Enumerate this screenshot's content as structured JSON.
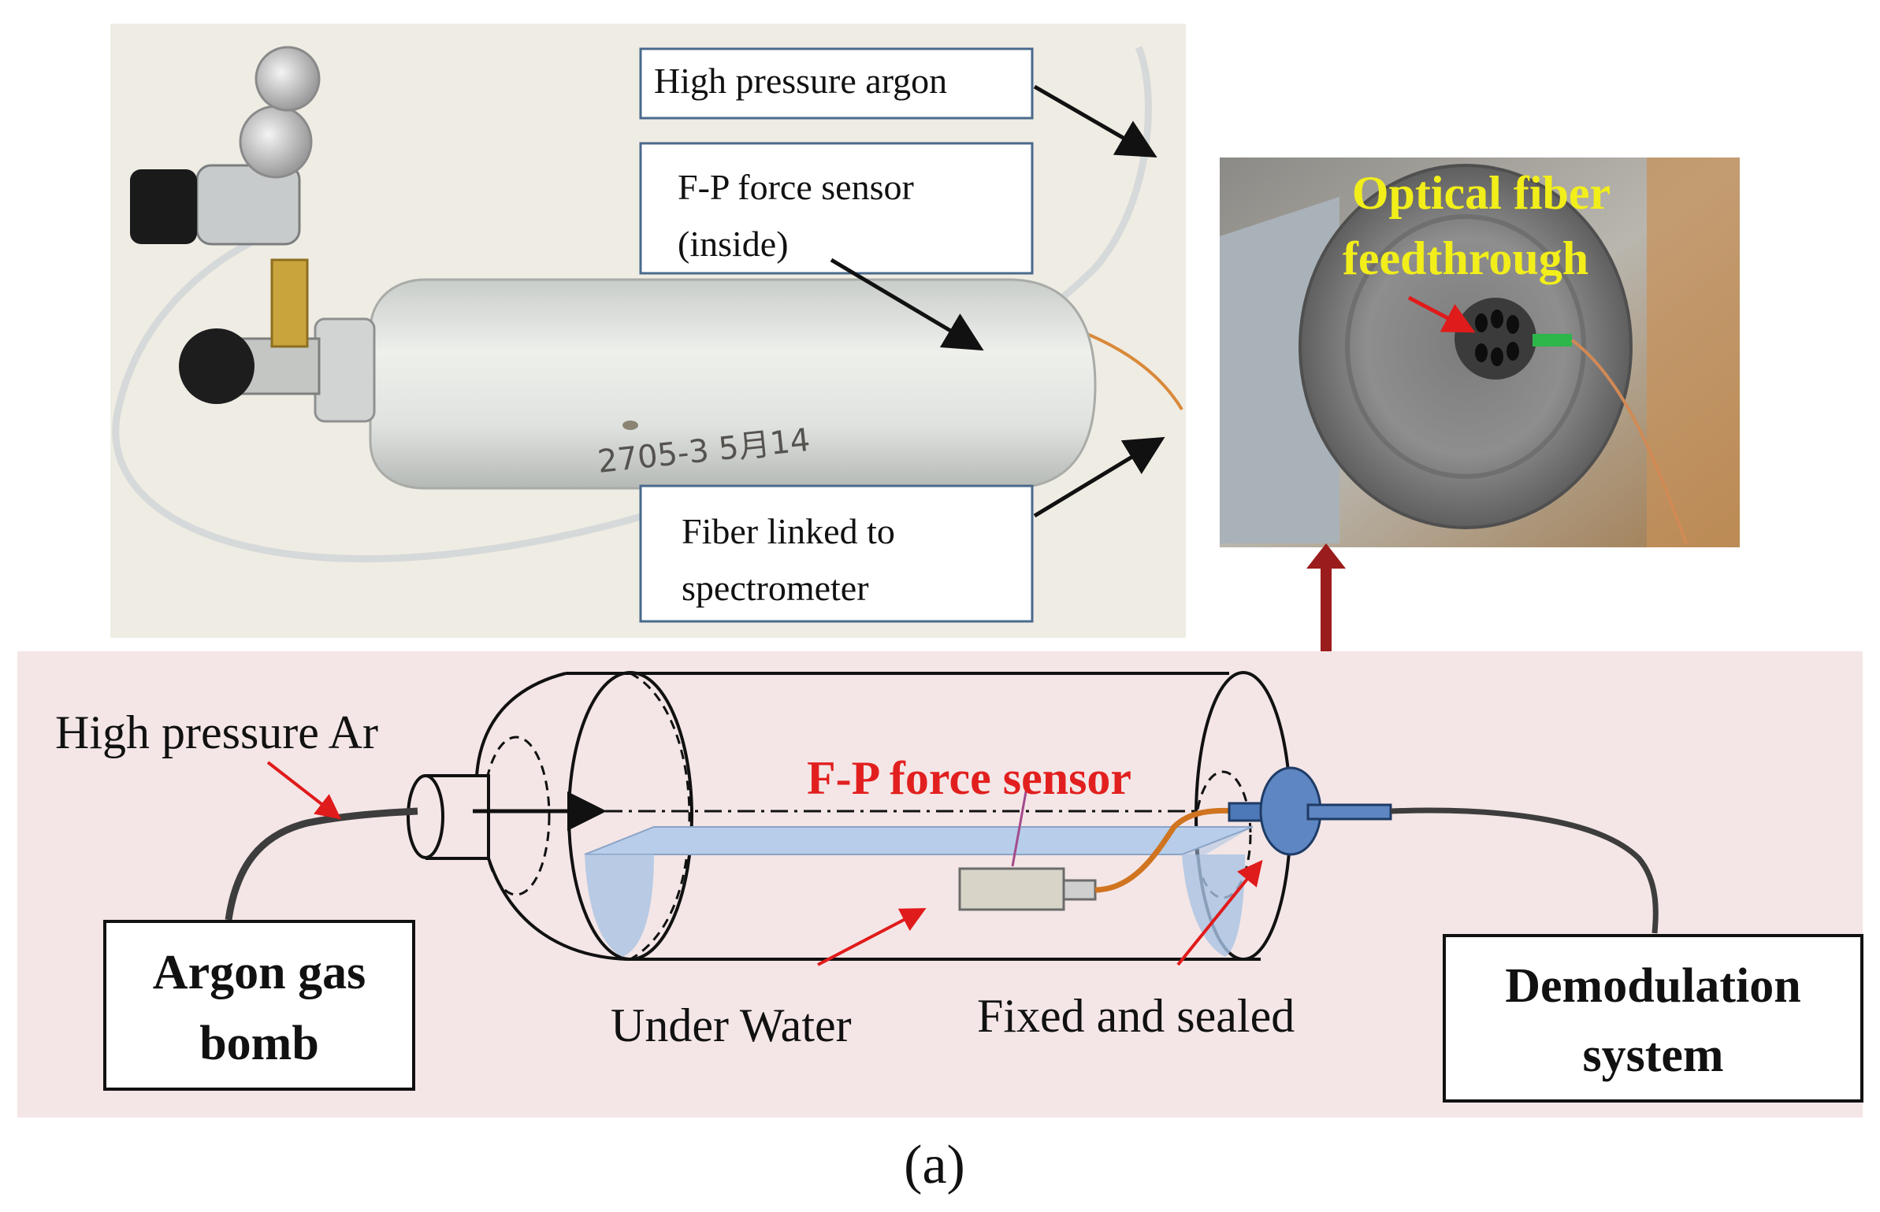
{
  "photo": {
    "label_argon": "High pressure argon",
    "label_sensor_line1": "F-P force sensor",
    "label_sensor_line2": "(inside)",
    "label_fiber_line1": "Fiber linked to",
    "label_fiber_line2": "spectrometer",
    "bottle_marking": "2705-3 5月14"
  },
  "inset": {
    "label_line1": "Optical fiber",
    "label_line2": "feedthrough",
    "label_color": "#f2ee1a"
  },
  "schematic": {
    "background_color": "#f4e6e6",
    "label_high_pressure_ar": "High pressure Ar",
    "label_argon_bomb_line1": "Argon gas",
    "label_argon_bomb_line2": "bomb",
    "label_sensor": "F-P force sensor",
    "label_sensor_color": "#e21f1f",
    "label_under_water": "Under Water",
    "label_fixed_sealed": "Fixed and sealed",
    "label_demod_line1": "Demodulation",
    "label_demod_line2": "system"
  },
  "caption": "(a)"
}
